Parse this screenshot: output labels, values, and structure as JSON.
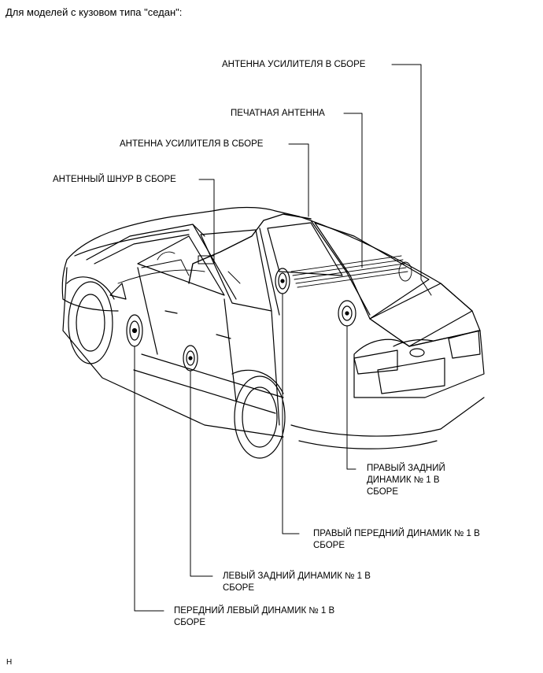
{
  "heading": "Для моделей с кузовом типа \"седан\":",
  "labels": {
    "amp_antenna_top": "АНТЕННА УСИЛИТЕЛЯ В СБОРЕ",
    "printed_antenna": "ПЕЧАТНАЯ АНТЕННА",
    "amp_antenna_mid": "АНТЕННА УСИЛИТЕЛЯ В СБОРЕ",
    "antenna_cord": "АНТЕННЫЙ ШНУР В СБОРЕ",
    "rear_right_speaker": [
      "ПРАВЫЙ ЗАДНИЙ",
      "ДИНАМИК № 1 В",
      "СБОРЕ"
    ],
    "front_right_speaker": [
      "ПРАВЫЙ ПЕРЕДНИЙ ДИНАМИК № 1 В",
      "СБОРЕ"
    ],
    "rear_left_speaker": [
      "ЛЕВЫЙ ЗАДНИЙ ДИНАМИК № 1 В",
      "СБОРЕ"
    ],
    "front_left_speaker": [
      "ПЕРЕДНИЙ ЛЕВЫЙ ДИНАМИК № 1 В",
      "СБОРЕ"
    ]
  },
  "footer": "H"
}
